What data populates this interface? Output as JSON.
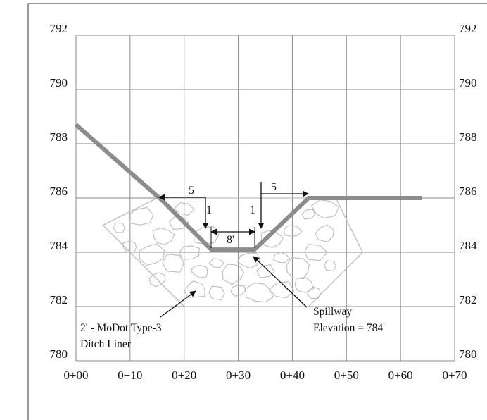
{
  "colors": {
    "grid": "#8a8a8a",
    "frame": "#333333",
    "profile": "#8c8c8c",
    "liner": "#bdbdbd",
    "ink": "#111111"
  },
  "chart_data": {
    "type": "line",
    "title": "",
    "xlabel": "",
    "ylabel": "",
    "xlim": [
      0,
      70
    ],
    "ylim": [
      780,
      792
    ],
    "x_tick_labels": [
      "0+00",
      "0+10",
      "0+20",
      "0+30",
      "0+40",
      "0+50",
      "0+60",
      "0+70"
    ],
    "y_tick_labels": [
      "792",
      "790",
      "788",
      "786",
      "784",
      "782",
      "780"
    ],
    "grid": true,
    "series": [
      {
        "x": [
          0,
          16,
          25,
          33,
          43,
          64
        ],
        "y": [
          788.7,
          785.9,
          784.1,
          784.1,
          786.0,
          786.0
        ]
      }
    ],
    "dimensions": {
      "left_slope_run": "5",
      "left_slope_rise": "1",
      "right_slope_rise": "1",
      "right_slope_run": "5",
      "bottom_width": "8'"
    },
    "annotations": {
      "liner_line1": "2' - MoDot Type-3",
      "liner_line2": "Ditch Liner",
      "spillway_line1": "Spillway",
      "spillway_line2": "Elevation = 784'"
    }
  }
}
